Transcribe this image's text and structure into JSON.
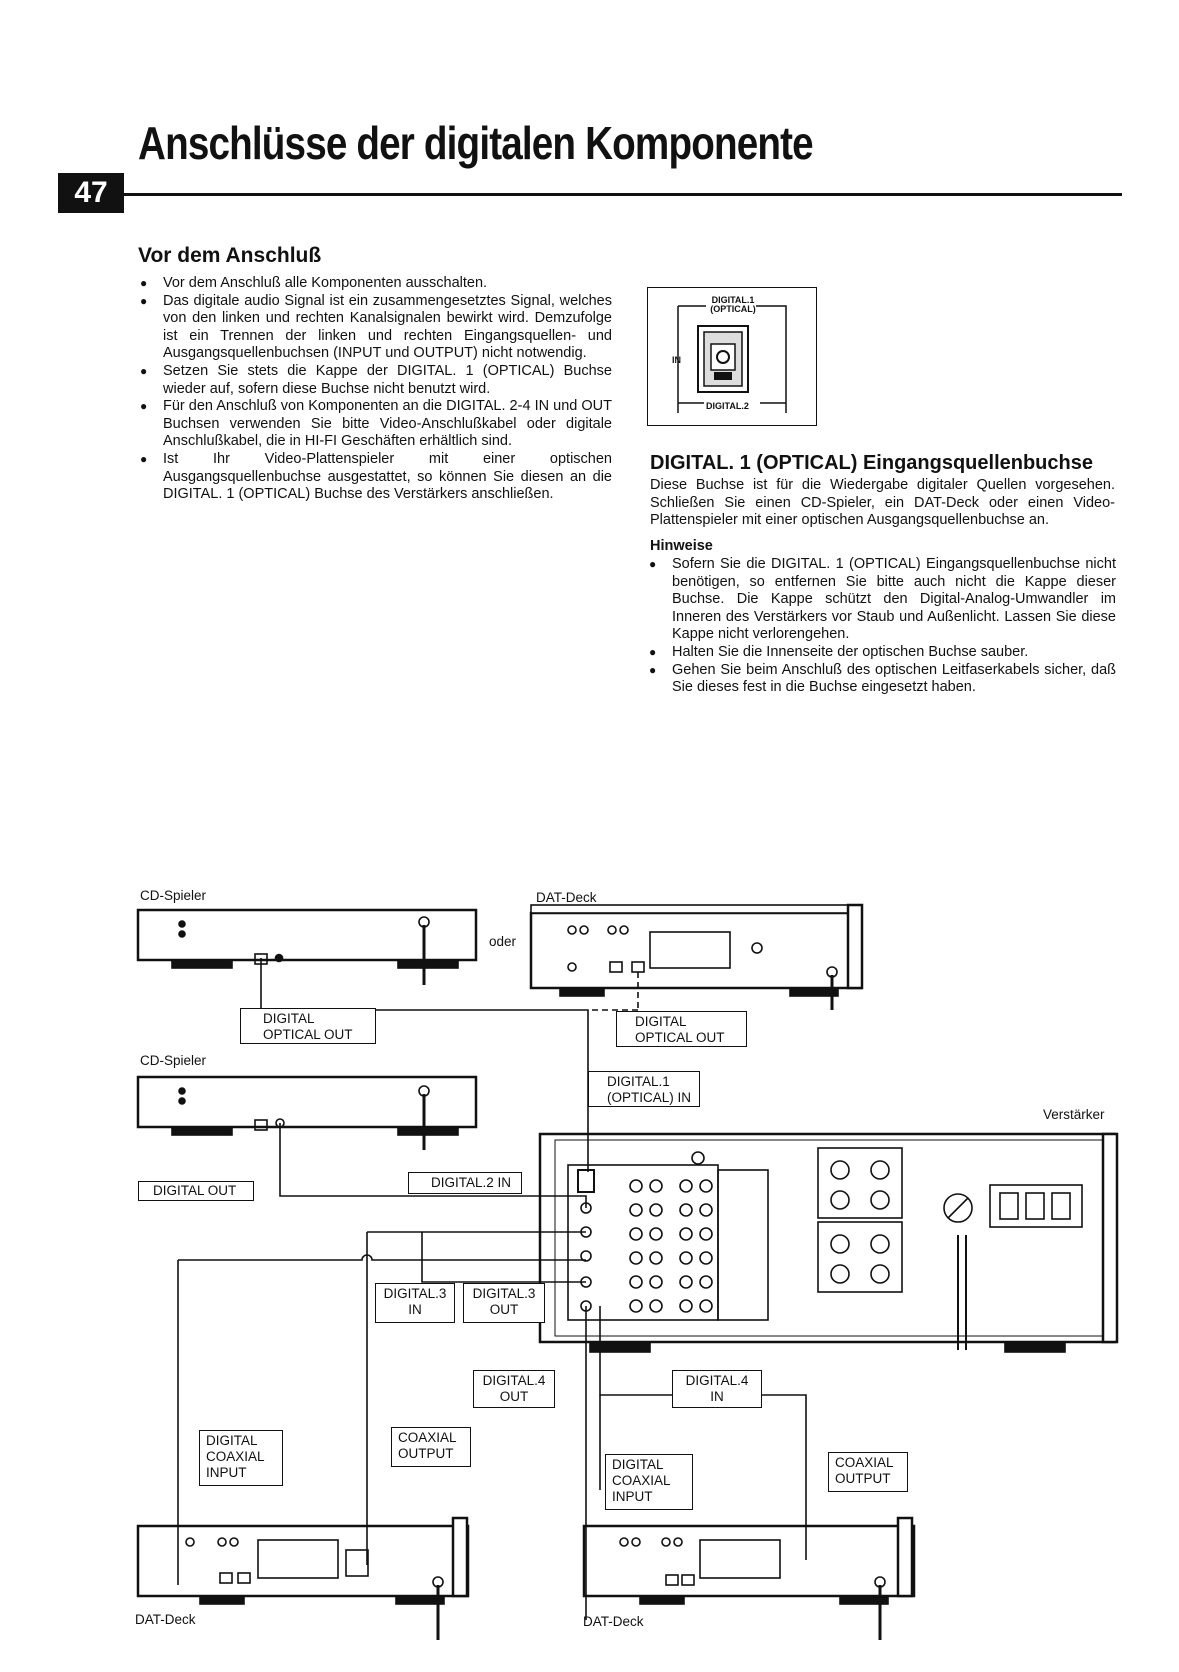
{
  "header": {
    "title": "Anschlüsse der digitalen Komponente",
    "page_number": "47"
  },
  "left": {
    "heading": "Vor dem Anschluß",
    "bullets": [
      "Vor dem Anschluß alle Komponenten ausschalten.",
      "Das digitale audio Signal ist ein zusammengesetztes Signal, welches von den linken und rechten Kanalsignalen bewirkt wird. Demzufolge ist ein Trennen der linken und rechten Eingangsquellen- und Ausgangsquellenbuchsen (INPUT und OUTPUT) nicht notwendig.",
      "Setzen Sie stets die Kappe der DIGITAL. 1 (OPTICAL) Buchse wieder auf, sofern diese Buchse nicht benutzt wird.",
      "Für den Anschluß von Komponenten an die DIGITAL. 2-4 IN und OUT Buchsen verwenden Sie bitte Video-Anschlußkabel oder digitale Anschlußkabel, die in HI-FI Geschäften erhältlich sind.",
      "Ist Ihr Video-Plattenspieler mit einer optischen Ausgangsquellenbuchse ausgestattet, so können Sie diesen an die DIGITAL. 1 (OPTICAL) Buchse des Verstärkers anschließen."
    ]
  },
  "figure_small": {
    "label_top_1": "DIGITAL.1",
    "label_top_2": "(OPTICAL)",
    "label_in": "IN",
    "label_bottom": "DIGITAL.2"
  },
  "right": {
    "heading": "DIGITAL. 1 (OPTICAL) Eingangsquellenbuchse",
    "text": "Diese Buchse ist für die Wiedergabe digitaler Quellen vorgesehen. Schließen Sie einen CD-Spieler, ein DAT-Deck oder einen Video-Plattenspieler mit einer optischen Ausgangsquellenbuchse an.",
    "notes_heading": "Hinweise",
    "notes": [
      "Sofern Sie die DIGITAL. 1 (OPTICAL) Eingangsquellenbuchse nicht benötigen, so entfernen Sie bitte auch nicht die Kappe dieser Buchse. Die Kappe schützt den Digital-Analog-Umwandler im Inneren des Verstärkers vor Staub und Außenlicht. Lassen Sie diese Kappe nicht verlorengehen.",
      "Halten Sie die Innenseite der optischen Buchse sauber.",
      "Gehen Sie beim Anschluß des optischen Leitfaserkabels sicher, daß Sie dieses fest in die Buchse eingesetzt haben."
    ]
  },
  "diagram": {
    "cd_player_1": "CD-Spieler",
    "dat_deck_top": "DAT-Deck",
    "oder": "oder",
    "cd_optical_out": [
      "DIGITAL",
      "OPTICAL OUT"
    ],
    "dat_optical_out": [
      "DIGITAL",
      "OPTICAL OUT"
    ],
    "cd_player_2": "CD-Spieler",
    "digital1_in": [
      "DIGITAL.1",
      "(OPTICAL) IN"
    ],
    "amplifier": "Verstärker",
    "digital_out": "DIGITAL OUT",
    "digital2_in": "DIGITAL.2 IN",
    "digital3_in": [
      "DIGITAL.3",
      "IN"
    ],
    "digital3_out": [
      "DIGITAL.3",
      "OUT"
    ],
    "digital4_out": [
      "DIGITAL.4",
      "OUT"
    ],
    "digital4_in": [
      "DIGITAL.4",
      "IN"
    ],
    "coax_input_left": [
      "DIGITAL",
      "COAXIAL",
      "INPUT"
    ],
    "coax_output_left": [
      "COAXIAL",
      "OUTPUT"
    ],
    "coax_input_right": [
      "DIGITAL",
      "COAXIAL",
      "INPUT"
    ],
    "coax_output_right": [
      "COAXIAL",
      "OUTPUT"
    ],
    "dat_deck_bottom_left": "DAT-Deck",
    "dat_deck_bottom_right": "DAT-Deck"
  }
}
